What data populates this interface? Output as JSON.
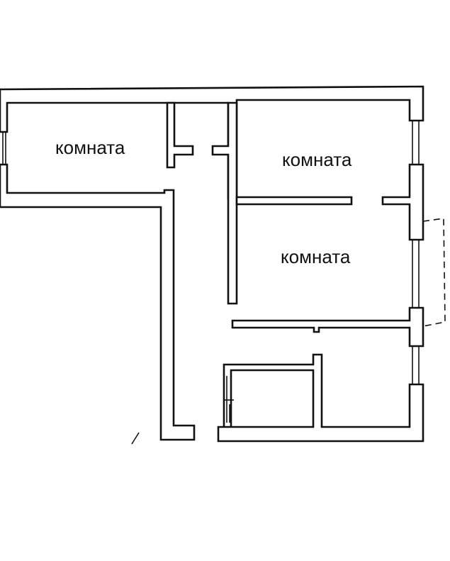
{
  "plan": {
    "rooms": [
      {
        "id": "room-1",
        "label": "комната"
      },
      {
        "id": "room-2",
        "label": "комната"
      },
      {
        "id": "room-3",
        "label": "комната"
      }
    ]
  }
}
